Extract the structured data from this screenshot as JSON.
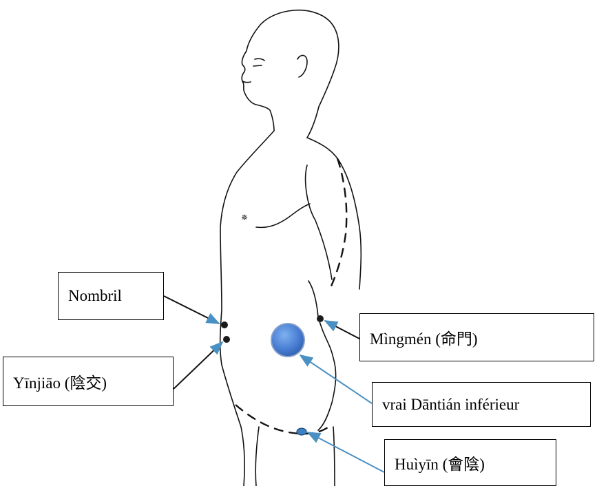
{
  "diagram": {
    "labels": {
      "nombril": "Nombril",
      "yinjiao": "Yīnjiāo (陰交)",
      "mingmen": "Mìngmén (命門)",
      "dantian": "vrai Dāntián inférieur",
      "huiyin": "Huìyīn (會陰)"
    },
    "colors": {
      "arrow": "#4a90c2",
      "dantian_fill": "#4a7fd4",
      "point": "#1a1a1a",
      "outline": "#111111"
    }
  }
}
